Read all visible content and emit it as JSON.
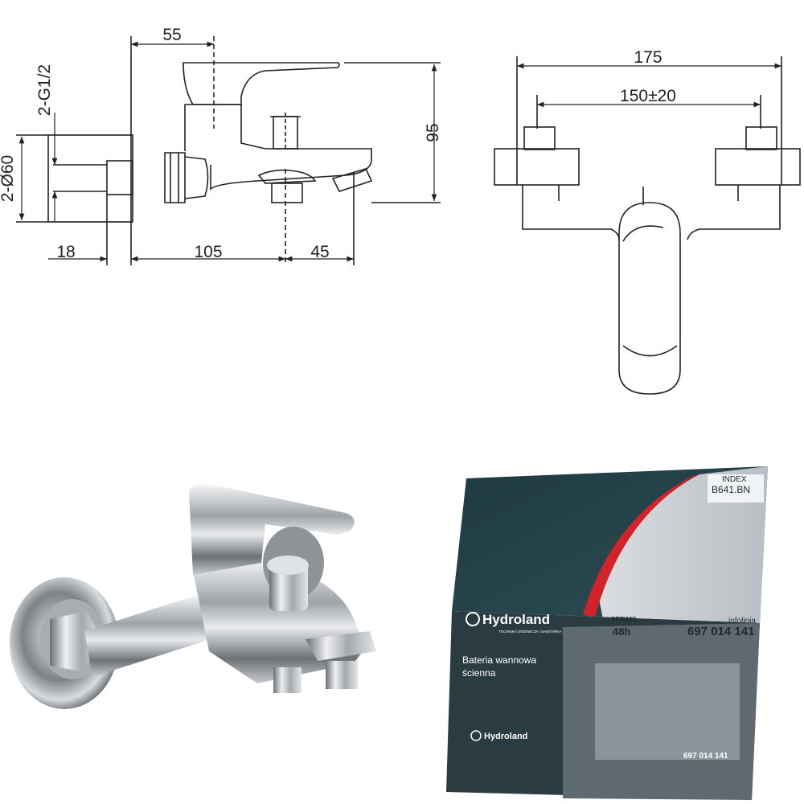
{
  "side_view": {
    "dim_55": "55",
    "dim_95": "95",
    "dim_g12": "2-G1/2",
    "dim_d60": "2-Ø60",
    "dim_18": "18",
    "dim_105": "105",
    "dim_45": "45"
  },
  "front_view": {
    "dim_175": "175",
    "dim_150": "150±20"
  },
  "box": {
    "index_label": "INDEX",
    "index_code": "B641.BN",
    "brand": "Hydroland",
    "brand_tagline": "TECHNIKA GRZEWCZA I SANITARNA",
    "service_label": "SERWIS",
    "service_hours": "48h",
    "info_label": "infolinia",
    "phone": "697 014 141",
    "product_line1": "Bateria wannowa",
    "product_line2": "ścienna",
    "bottom_brand": "Hydroland",
    "bottom_phone": "697 014 141"
  },
  "colors": {
    "line": "#222222",
    "box_dark": "#1f3a40",
    "box_red": "#d2232a",
    "chrome": "#c9cdd1"
  }
}
